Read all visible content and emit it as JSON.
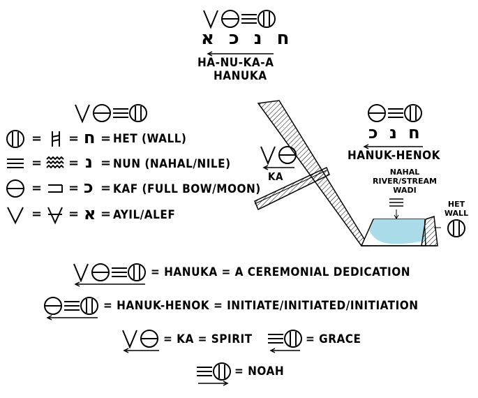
{
  "header": {
    "hebrew": "ח נ כ א",
    "transliteration": "HA-NU-KA-A",
    "word": "HANUKA"
  },
  "legend": [
    {
      "hebrew": "ח",
      "label": "HET (WALL)"
    },
    {
      "hebrew": "נ",
      "label": "NUN (NAHAL/NILE)"
    },
    {
      "hebrew": "כ",
      "label": "KAF (FULL BOW/MOON)"
    },
    {
      "hebrew": "א",
      "label": "AYIL/ALEF"
    }
  ],
  "diagram": {
    "hebrew": "ח נ כ",
    "title": "HANUK-HENOK",
    "ka_label": "KA",
    "stream_label": "NAHAL\nRIVER/STREAM\nWADI",
    "wall_label": "HET\nWALL",
    "water_color": "#a9dbe8"
  },
  "equations": [
    {
      "text": "= HANUKA = A CEREMONIAL DEDICATION"
    },
    {
      "text": "= HANUK-HENOK = INITIATE/INITIATED/INITIATION"
    },
    {
      "text": "= KA = SPIRIT"
    },
    {
      "text": "= GRACE"
    },
    {
      "text": "= NOAH"
    }
  ],
  "symbols": {
    "equals": "="
  }
}
